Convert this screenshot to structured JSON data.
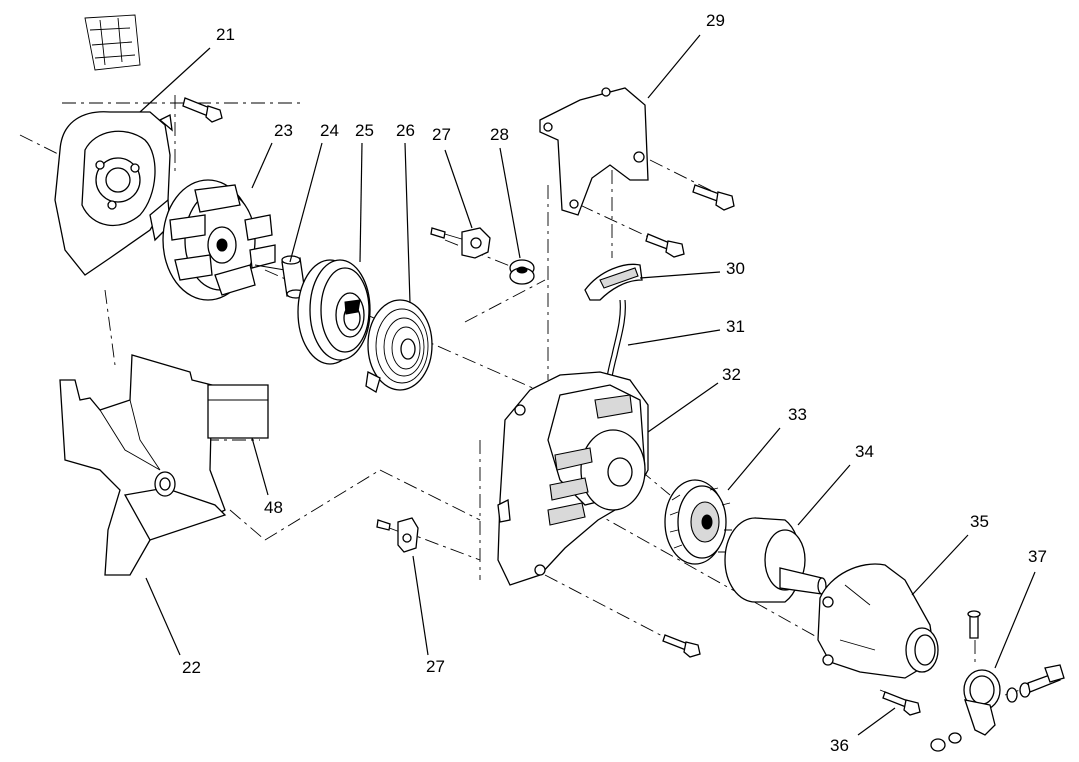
{
  "callouts": [
    {
      "id": "21",
      "label": "21"
    },
    {
      "id": "22",
      "label": "22"
    },
    {
      "id": "23",
      "label": "23"
    },
    {
      "id": "24",
      "label": "24"
    },
    {
      "id": "25",
      "label": "25"
    },
    {
      "id": "26",
      "label": "26"
    },
    {
      "id": "27a",
      "label": "27"
    },
    {
      "id": "27b",
      "label": "27"
    },
    {
      "id": "28",
      "label": "28"
    },
    {
      "id": "29",
      "label": "29"
    },
    {
      "id": "30",
      "label": "30"
    },
    {
      "id": "31",
      "label": "31"
    },
    {
      "id": "32",
      "label": "32"
    },
    {
      "id": "33",
      "label": "33"
    },
    {
      "id": "34",
      "label": "34"
    },
    {
      "id": "35",
      "label": "35"
    },
    {
      "id": "36",
      "label": "36"
    },
    {
      "id": "37",
      "label": "37"
    },
    {
      "id": "48",
      "label": "48"
    }
  ],
  "colors": {
    "line": "#000000",
    "background": "#ffffff",
    "shade": "#d9d9d9"
  }
}
